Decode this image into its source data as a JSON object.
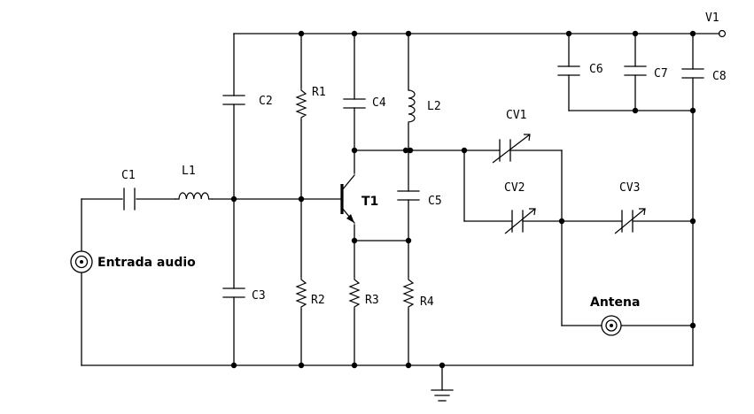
{
  "labels": {
    "v1": "V1",
    "c1": "C1",
    "c2": "C2",
    "c3": "C3",
    "c4": "C4",
    "c5": "C5",
    "c6": "C6",
    "c7": "C7",
    "c8": "C8",
    "l1": "L1",
    "l2": "L2",
    "r1": "R1",
    "r2": "R2",
    "r3": "R3",
    "r4": "R4",
    "t1": "T1",
    "cv1": "CV1",
    "cv2": "CV2",
    "cv3": "CV3",
    "input": "Entrada audio",
    "antenna": "Antena"
  }
}
